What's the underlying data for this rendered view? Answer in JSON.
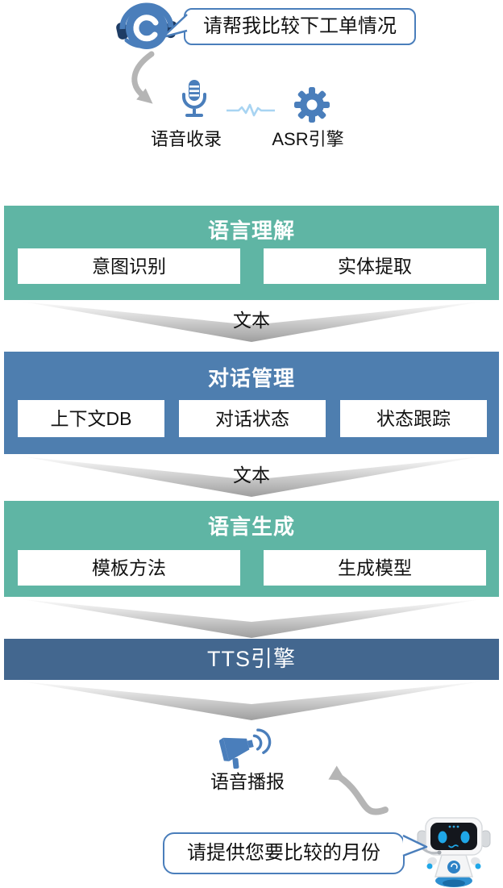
{
  "colors": {
    "teal": "#5FB5A4",
    "blue": "#4E7EAF",
    "tts_blue": "#43678F",
    "icon_blue": "#4A7EBB",
    "wave_blue": "#A8D4F2",
    "arrow_gray": "#B5B5B5",
    "bubble_border": "#4A7EBB"
  },
  "input": {
    "user_bubble": "请帮我比较下工单情况",
    "voice_capture_label": "语音收录",
    "asr_label": "ASR引擎",
    "icons": {
      "agent": "headset-agent-icon",
      "mic": "microphone-icon",
      "wave": "waveform-icon",
      "gear": "gear-icon"
    }
  },
  "nlu": {
    "title": "语言理解",
    "items": [
      "意图识别",
      "实体提取"
    ]
  },
  "flow1": {
    "label": "文本"
  },
  "dm": {
    "title": "对话管理",
    "items": [
      "上下文DB",
      "对话状态",
      "状态跟踪"
    ]
  },
  "flow2": {
    "label": "文本"
  },
  "nlg": {
    "title": "语言生成",
    "items": [
      "模板方法",
      "生成模型"
    ]
  },
  "tts": {
    "title": "TTS引擎"
  },
  "output": {
    "speaker_label": "语音播报",
    "bot_bubble": "请提供您要比较的月份",
    "icons": {
      "speaker": "megaphone-icon",
      "robot": "robot-icon"
    }
  }
}
